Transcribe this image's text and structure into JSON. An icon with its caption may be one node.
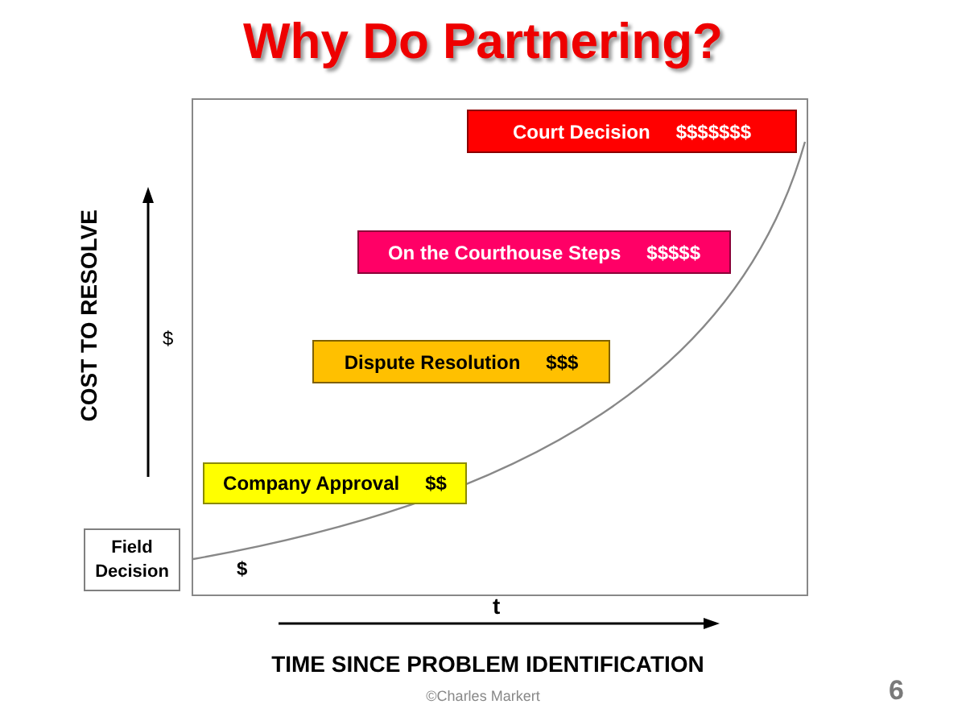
{
  "diagram": {
    "title": "Why Do Partnering?",
    "nodes": [
      {
        "text": [
          "Court Decision",
          "$$$$$$$"
        ]
      },
      {
        "text": [
          "On the Courthouse Steps",
          "$$$$$"
        ]
      },
      {
        "text": [
          "Dispute Resolution",
          "$$$"
        ]
      },
      {
        "text": [
          "Company Approval",
          "$$"
        ]
      },
      {
        "text": [
          "Field Decision"
        ]
      }
    ],
    "labels": [
      "COST TO RESOLVE",
      "$",
      "$",
      "t",
      "TIME SINCE PROBLEM IDENTIFICATION",
      "©Charles Markert",
      "6"
    ]
  }
}
